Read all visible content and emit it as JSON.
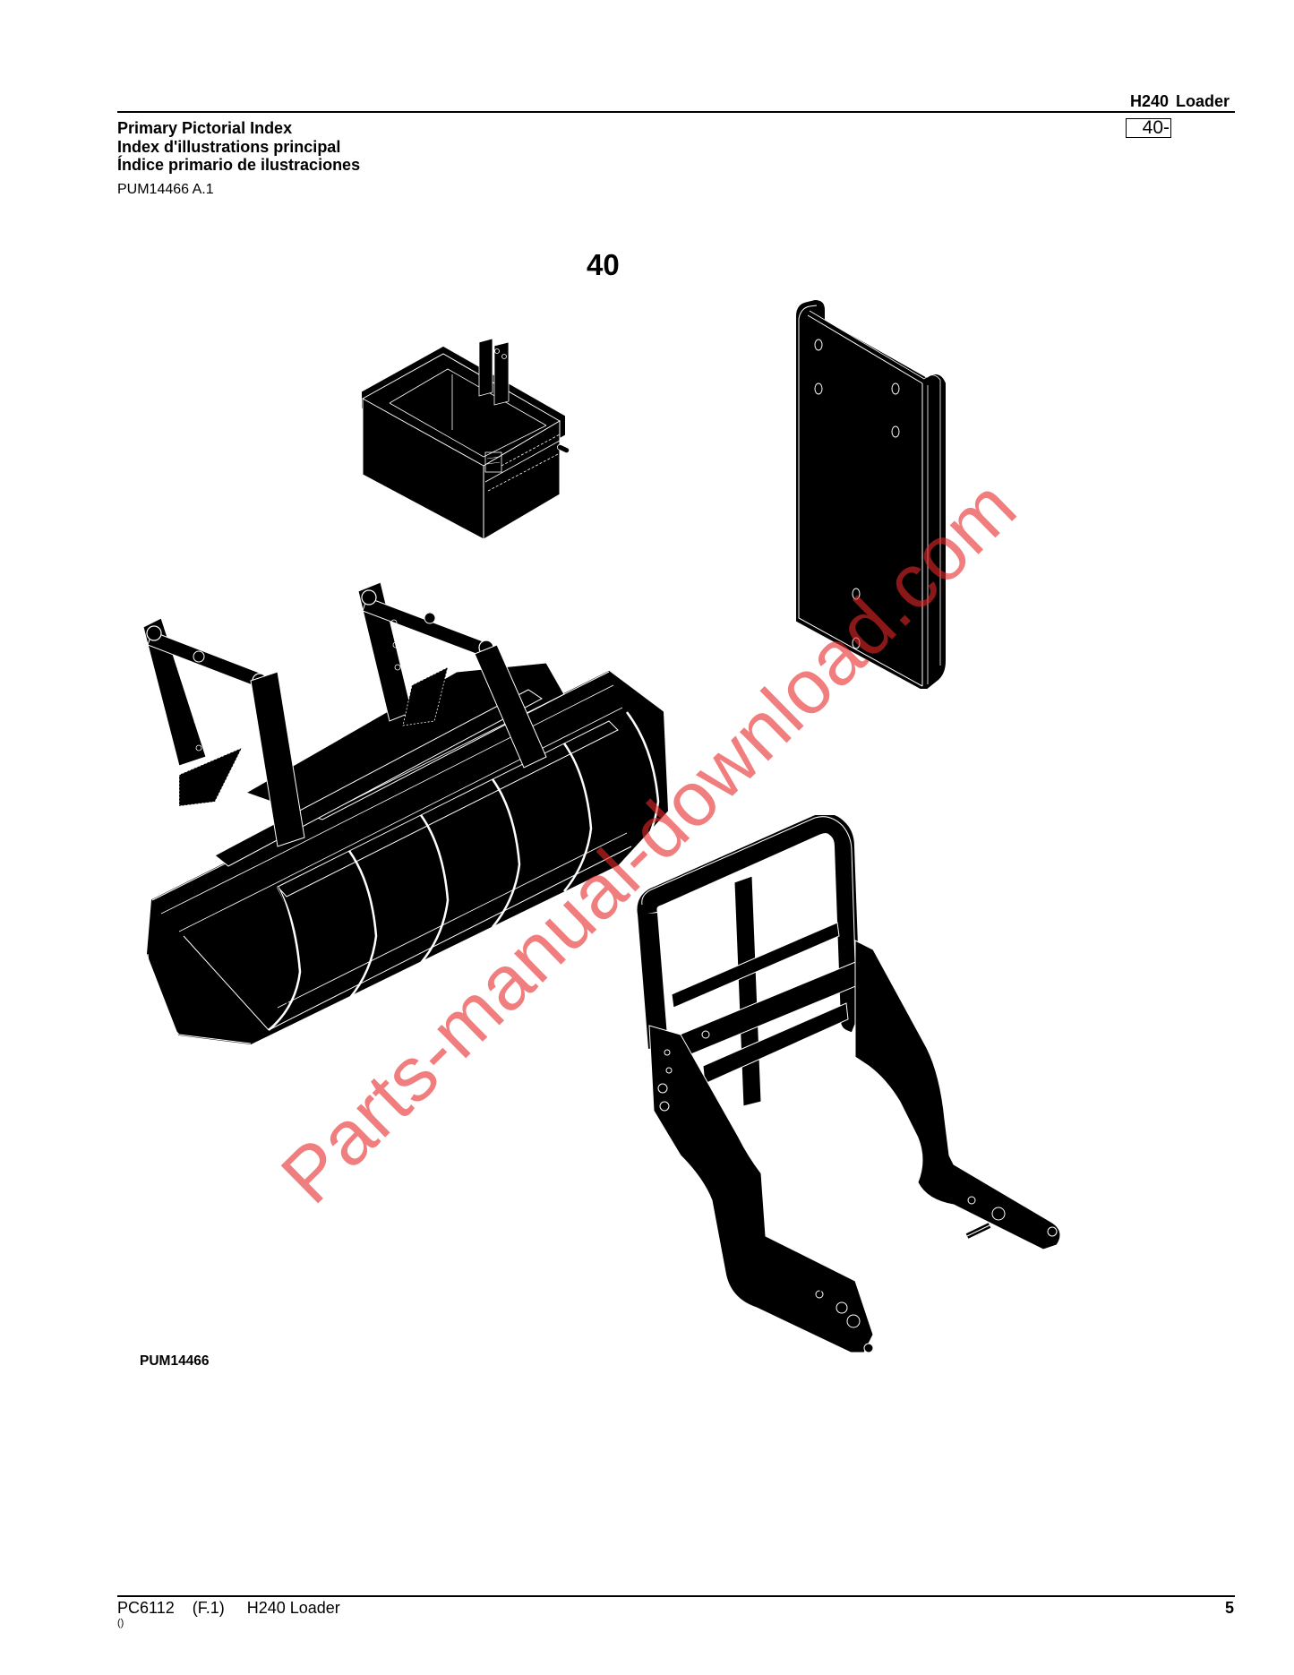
{
  "header": {
    "title_lines": [
      "Primary Pictorial Index",
      "Index d'illustrations principal",
      "Índice primario de ilustraciones"
    ],
    "doc_code": "PUM14466 A.1",
    "section_name": "H240  Loader",
    "section_number": "40-"
  },
  "figure": {
    "group_number": "40",
    "label": "PUM14466",
    "parts": [
      {
        "name": "ballast-box"
      },
      {
        "name": "mounting-plate"
      },
      {
        "name": "grapple-bucket"
      },
      {
        "name": "mounting-frame"
      }
    ]
  },
  "watermark": {
    "text": "Parts-manual-download.com",
    "color": "#f47c7c"
  },
  "footer": {
    "text": "PC6112    (F.1)     H240 Loader",
    "sub": "()",
    "page_number": "5"
  }
}
